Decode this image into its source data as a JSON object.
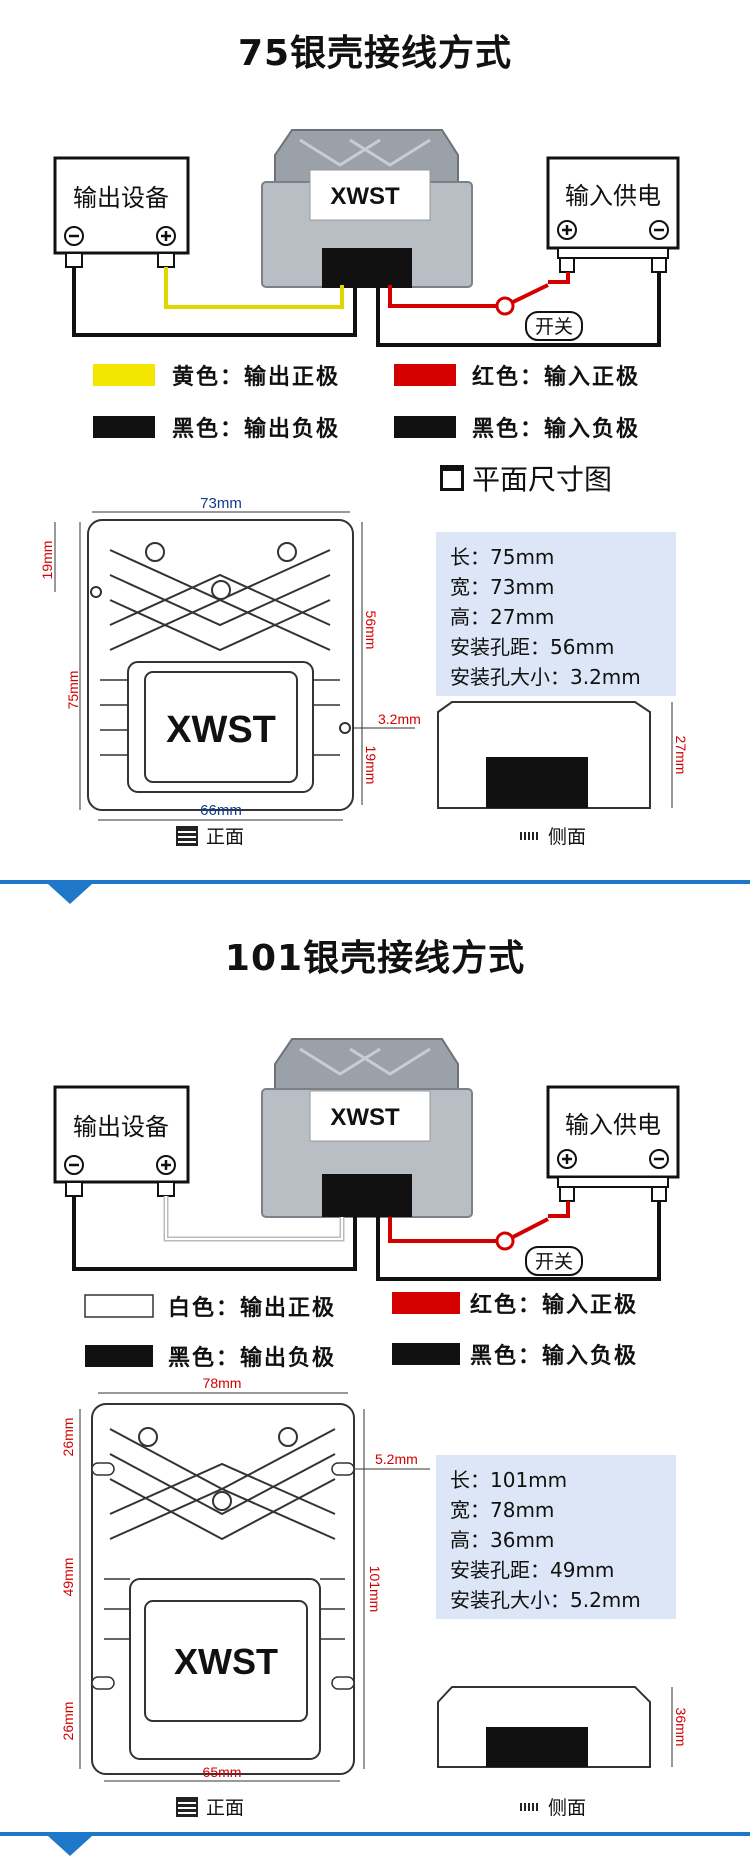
{
  "colors": {
    "accent": "#1f77c9",
    "yellow": "#f3e600",
    "red": "#d40000",
    "black": "#111111",
    "white": "#ffffff",
    "spec_bg": "#dde6f6"
  },
  "section1": {
    "title": "75银壳接线方式",
    "output_box": "输出设备",
    "input_box": "输入供电",
    "switch_label": "开关",
    "brand": "XWST",
    "legend": [
      {
        "color": "yellow",
        "text": "黄色：输出正极"
      },
      {
        "color": "red",
        "text": "红色：输入正极"
      },
      {
        "color": "black",
        "text": "黑色：输出负极"
      },
      {
        "color": "black",
        "text": "黑色：输入负极"
      }
    ],
    "plan_title": "平面尺寸图",
    "dims": {
      "top": "73mm",
      "left": "75mm",
      "left_top": "19mm",
      "right": "56mm",
      "bottom": "66mm",
      "hole": "3.2mm",
      "right_bottom": "19mm",
      "height": "27mm"
    },
    "specs": [
      "长：75mm",
      "宽：73mm",
      "高：27mm",
      "安装孔距：56mm",
      "安装孔大小：3.2mm"
    ],
    "front_caption": "正面",
    "side_caption": "侧面"
  },
  "section2": {
    "title": "101银壳接线方式",
    "output_box": "输出设备",
    "input_box": "输入供电",
    "switch_label": "开关",
    "brand": "XWST",
    "legend": [
      {
        "color": "white",
        "text": "白色：输出正极"
      },
      {
        "color": "red",
        "text": "红色：输入正极"
      },
      {
        "color": "black",
        "text": "黑色：输出负极"
      },
      {
        "color": "black",
        "text": "黑色：输入负极"
      }
    ],
    "dims": {
      "top": "78mm",
      "left_top": "26mm",
      "left_mid": "49mm",
      "left_bottom": "26mm",
      "right": "101mm",
      "bottom": "65mm",
      "hole": "5.2mm",
      "height": "36mm"
    },
    "specs": [
      "长：101mm",
      "宽：78mm",
      "高：36mm",
      "安装孔距：49mm",
      "安装孔大小：5.2mm"
    ],
    "front_caption": "正面",
    "side_caption": "侧面"
  }
}
